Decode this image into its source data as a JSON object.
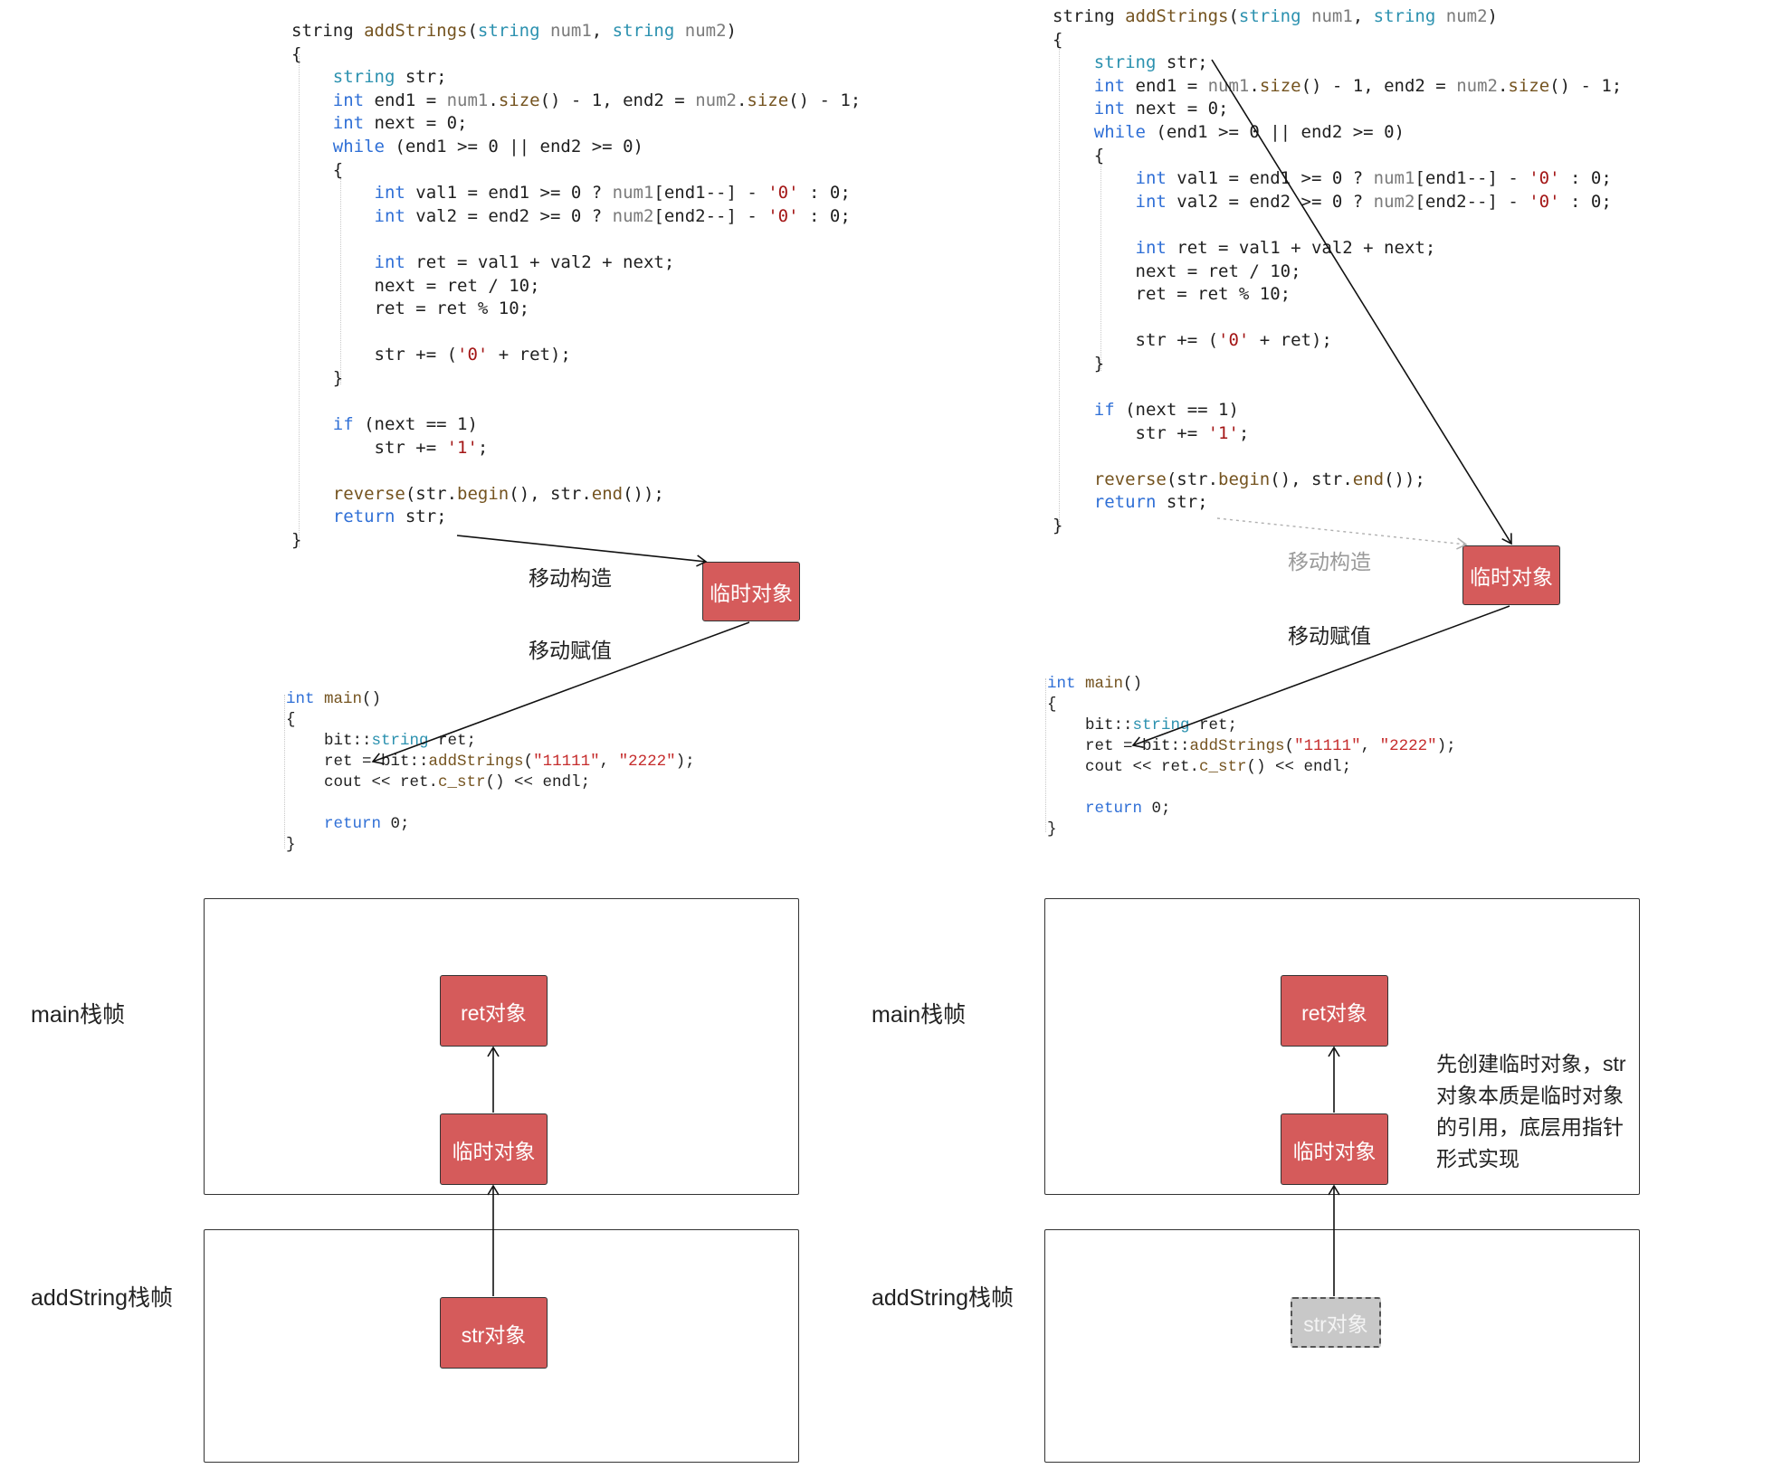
{
  "left_panel": {
    "arrow_labels": {
      "move_construct": "移动构造",
      "move_assign": "移动赋值"
    },
    "temp_object_label": "临时对象"
  },
  "right_panel": {
    "arrow_labels": {
      "move_construct": "移动构造",
      "move_assign": "移动赋值"
    },
    "temp_object_label": "临时对象"
  },
  "bottom_left": {
    "main_frame_label": "main栈帧",
    "addstring_frame_label": "addString栈帧",
    "ret_object": "ret对象",
    "temp_object": "临时对象",
    "str_object": "str对象"
  },
  "bottom_right": {
    "main_frame_label": "main栈帧",
    "addstring_frame_label": "addString栈帧",
    "ret_object": "ret对象",
    "temp_object": "临时对象",
    "str_object": "str对象",
    "note": "先创建临时对象，str对象本质是临时对象的引用，底层用指针形式实现"
  },
  "colors": {
    "object_box": "#d55b5b",
    "ghost_box": "#c8c8c8",
    "arrow": "#111111",
    "faded_arrow": "#b0b0b0"
  }
}
